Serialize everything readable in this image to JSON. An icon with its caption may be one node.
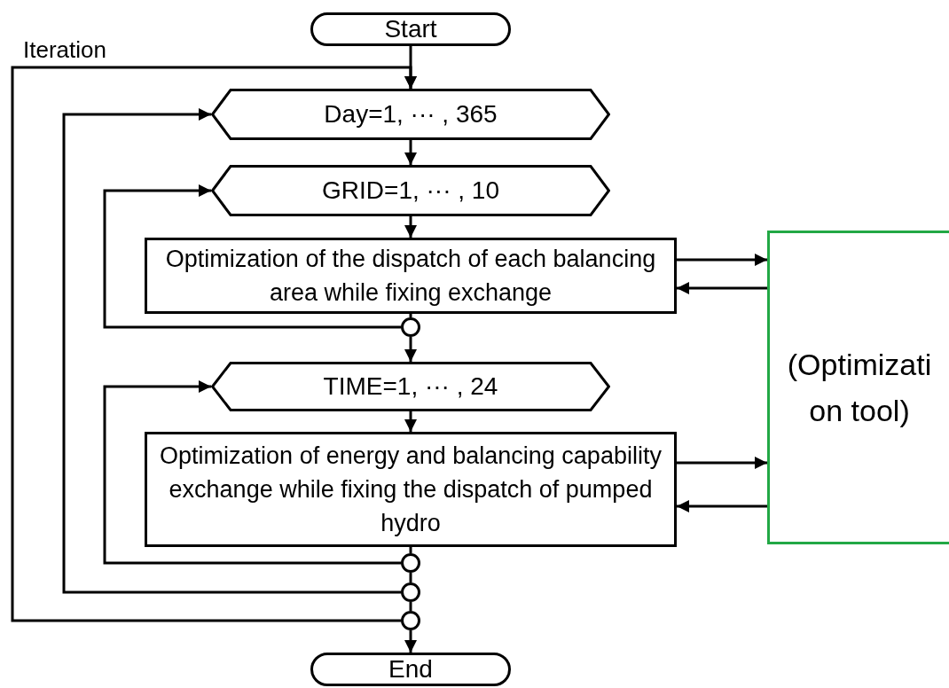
{
  "diagram": {
    "nodes": [
      {
        "text": [
          "Start"
        ]
      },
      {
        "text": [
          "Day=1, ··· , 365"
        ]
      },
      {
        "text": [
          "GRID=1, ··· , 10"
        ]
      },
      {
        "text": [
          "Optimization of the dispatch of each balancing area while fixing exchange"
        ]
      },
      {
        "text": [],
        "shape": "circle"
      },
      {
        "text": [
          "TIME=1, ··· , 24"
        ]
      },
      {
        "text": [
          "Optimization of energy and balancing capability exchange while fixing the dispatch of pumped hydro"
        ]
      },
      {
        "text": [],
        "shape": "circle"
      },
      {
        "text": [],
        "shape": "circle"
      },
      {
        "text": [],
        "shape": "circle"
      },
      {
        "text": [
          "End"
        ]
      },
      {
        "text": [
          "(Optimization tool)"
        ]
      }
    ],
    "edges": [
      {
        "from": 0,
        "to": 1,
        "arrow": "to"
      },
      {
        "from": 1,
        "to": 2,
        "arrow": "to"
      },
      {
        "from": 2,
        "to": 3,
        "arrow": "to"
      },
      {
        "from": 3,
        "to": 4,
        "arrow": "none"
      },
      {
        "from": 4,
        "to": 2,
        "arrow": "to"
      },
      {
        "from": 4,
        "to": 5,
        "arrow": "to"
      },
      {
        "from": 5,
        "to": 6,
        "arrow": "to"
      },
      {
        "from": 6,
        "to": 7,
        "arrow": "none"
      },
      {
        "from": 7,
        "to": 5,
        "arrow": "to"
      },
      {
        "from": 7,
        "to": 8,
        "arrow": "none"
      },
      {
        "from": 8,
        "to": 1,
        "arrow": "to"
      },
      {
        "from": 8,
        "to": 9,
        "arrow": "none"
      },
      {
        "from": 9,
        "to": 10,
        "arrow": "to"
      },
      {
        "from": 9,
        "to": 1,
        "arrow": "to",
        "label": "Iteration"
      },
      {
        "from": 3,
        "to": 11,
        "arrow": "to"
      },
      {
        "from": 11,
        "to": 3,
        "arrow": "to"
      },
      {
        "from": 6,
        "to": 11,
        "arrow": "to"
      },
      {
        "from": 11,
        "to": 6,
        "arrow": "to"
      }
    ]
  }
}
